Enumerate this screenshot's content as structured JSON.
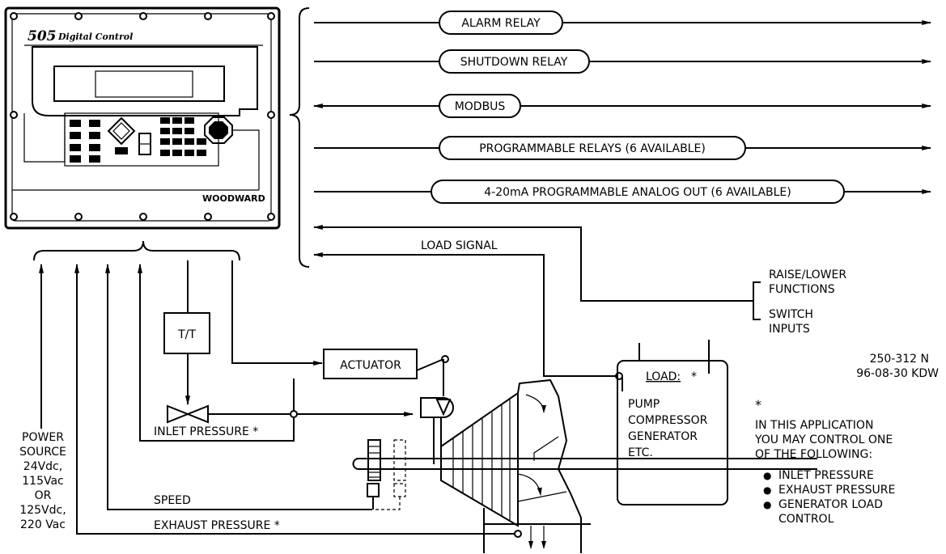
{
  "panel": {
    "brand": "505",
    "brand_sub": "Digital Control",
    "maker": "WOODWARD"
  },
  "outputs": [
    {
      "label": "ALARM RELAY",
      "direction": "out"
    },
    {
      "label": "SHUTDOWN RELAY",
      "direction": "out"
    },
    {
      "label": "MODBUS",
      "direction": "both"
    },
    {
      "label": "PROGRAMMABLE RELAYS (6 AVAILABLE)",
      "direction": "out"
    },
    {
      "label": "4-20mA PROGRAMMABLE ANALOG OUT (6 AVAILABLE)",
      "direction": "out"
    }
  ],
  "signals": {
    "load_signal": "LOAD SIGNAL",
    "raise_lower_1": "RAISE/LOWER",
    "raise_lower_2": "FUNCTIONS",
    "switch_1": "SWITCH",
    "switch_2": "INPUTS",
    "inlet_pressure": "INLET PRESSURE *",
    "speed": "SPEED",
    "exhaust_pressure": "EXHAUST PRESSURE *"
  },
  "components": {
    "transducer": "T/T",
    "actuator": "ACTUATOR",
    "load_title": "LOAD:",
    "load_star": "*",
    "load_items": [
      "PUMP",
      "COMPRESSOR",
      "GENERATOR",
      "ETC."
    ]
  },
  "power": [
    "POWER",
    "SOURCE",
    "24Vdc,",
    "115Vac",
    "OR",
    "125Vdc,",
    "220 Vac"
  ],
  "drawing_ref": [
    "250-312 N",
    "96-08-30 KDW"
  ],
  "note": {
    "star": "*",
    "lines": [
      "IN THIS APPLICATION",
      "YOU MAY CONTROL ONE",
      "OF THE FOLLOWING:"
    ],
    "bullets": [
      "INLET PRESSURE",
      "EXHAUST PRESSURE",
      "GENERATOR LOAD"
    ],
    "bullet_cont": "CONTROL",
    "bullet_char": "●"
  }
}
